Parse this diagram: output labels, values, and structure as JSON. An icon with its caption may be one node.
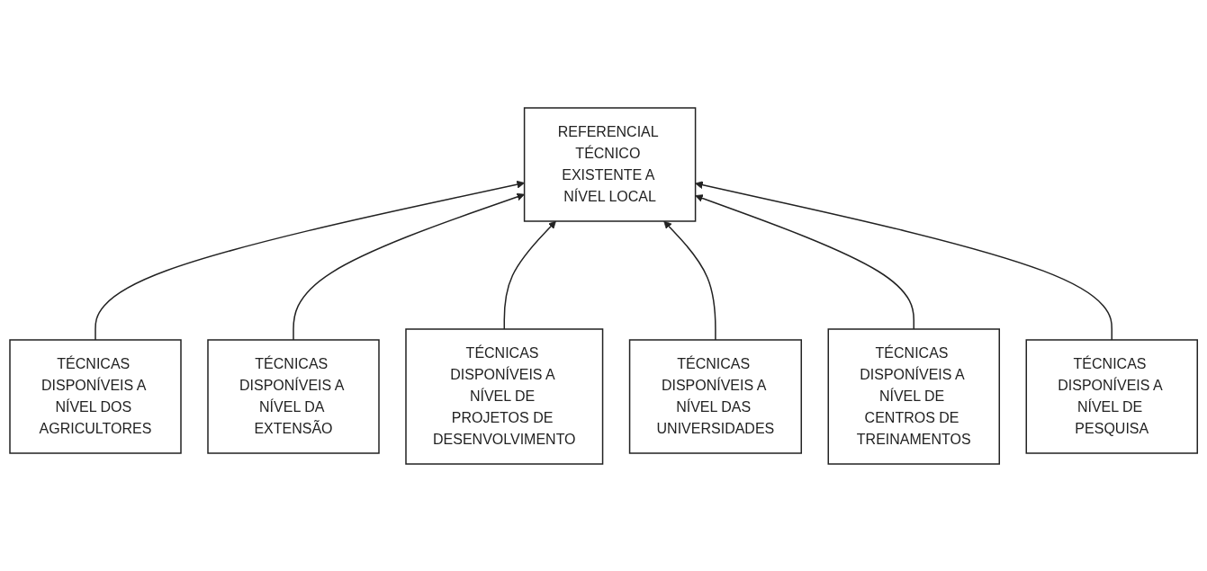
{
  "diagram": {
    "nodes": [
      {
        "text": [
          "REFERENCIAL TÉCNICO EXISTENTE A NÍVEL LOCAL"
        ]
      },
      {
        "text": [
          "TÉCNICAS DISPONÍVEIS A NÍVEL DOS AGRICULTORES"
        ]
      },
      {
        "text": [
          "TÉCNICAS DISPONÍVEIS A NÍVEL DA EXTENSÃO"
        ]
      },
      {
        "text": [
          "TÉCNICAS DISPONÍVEIS A NÍVEL DE PROJETOS DE DESENVOLVIMENTO"
        ]
      },
      {
        "text": [
          "TÉCNICAS DISPONÍVEIS A NÍVEL DAS UNIVERSIDADES"
        ]
      },
      {
        "text": [
          "TÉCNICAS DISPONÍVEIS A NÍVEL DE CENTROS DE TREINAMENTOS"
        ]
      },
      {
        "text": [
          "TÉCNICAS DISPONÍVEIS A NÍVEL DE PESQUISA"
        ]
      }
    ],
    "edges": [
      {
        "from": 1,
        "to": 0,
        "arrow": "to"
      },
      {
        "from": 2,
        "to": 0,
        "arrow": "to"
      },
      {
        "from": 3,
        "to": 0,
        "arrow": "to"
      },
      {
        "from": 4,
        "to": 0,
        "arrow": "to"
      },
      {
        "from": 5,
        "to": 0,
        "arrow": "to"
      },
      {
        "from": 6,
        "to": 0,
        "arrow": "to"
      }
    ]
  }
}
